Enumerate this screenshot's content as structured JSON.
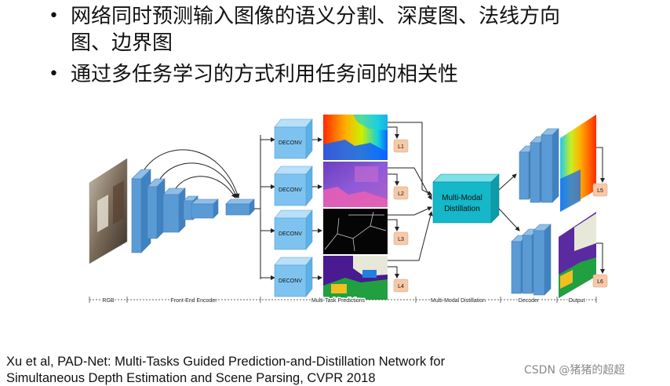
{
  "bullets": [
    {
      "line1": "网络同时预测输入图像的语义分割、深度图、法线方向",
      "line2": "图、边界图"
    },
    {
      "line1": "通过多任务学习的方式利用任务间的相关性"
    }
  ],
  "diagram": {
    "deconv_label": "DECONV",
    "loss_labels": [
      "L1",
      "L2",
      "L3",
      "L4",
      "L5",
      "L6"
    ],
    "distill_label_1": "Multi-Modal",
    "distill_label_2": "Distillation",
    "stages": [
      "RGB",
      "Front-End Encoder",
      "Multi-Task Predictions",
      "Multi-Modal Distillation",
      "Decoder",
      "Output"
    ],
    "colors": {
      "block": "#5b9bd5",
      "deconv": "#7ec3f0",
      "distill": "#14b8c8",
      "loss_box": "#f6c9a8"
    }
  },
  "footer": {
    "line1": "Xu et al, PAD-Net: Multi-Tasks Guided Prediction-and-Distillation Network for",
    "line2": "Simultaneous Depth Estimation and Scene Parsing, CVPR 2018"
  },
  "watermark": "CSDN @猪猪的超超"
}
